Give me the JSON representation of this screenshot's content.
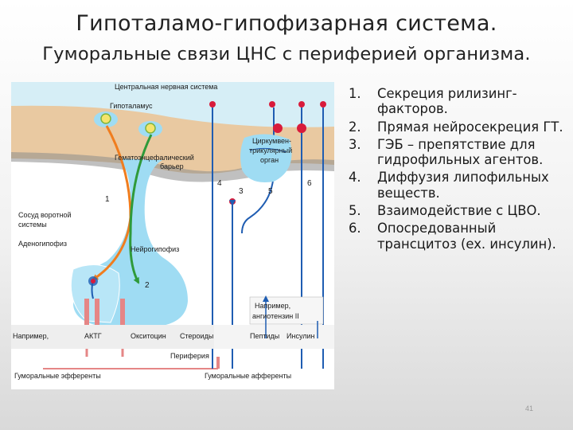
{
  "slide": {
    "title": "Гипоталамо-гипофизарная система.",
    "subtitle": "Гуморальные связи ЦНС с периферией организма.",
    "page_number": "41"
  },
  "points": [
    {
      "num": "1.",
      "text": "Секреция рилизинг-факторов."
    },
    {
      "num": "2.",
      "text": "Прямая нейросекреция ГТ."
    },
    {
      "num": "3.",
      "text": "ГЭБ – препятствие для гидрофильных агентов."
    },
    {
      "num": "4.",
      "text": "Диффузия липофильных веществ."
    },
    {
      "num": "5.",
      "text": "Взаимодействие с ЦВО."
    },
    {
      "num": "6.",
      "text": "Опосредованный трансцитоз (ex. инсулин)."
    }
  ],
  "figure": {
    "cns": "Центральная нервная система",
    "hypothalamus": "Гипоталамус",
    "bbb_1": "Гематоэнцефалический",
    "bbb_2": "барьер",
    "portal_1": "Сосуд воротной",
    "portal_2": "системы",
    "adeno": "Аденогипофиз",
    "neuro": "Нейрогипофиз",
    "cvo_1": "Циркумвен-",
    "cvo_2": "трикулярный",
    "cvo_3": "орган",
    "example_left": "Например,",
    "actg": "АКТГ",
    "oxytocin": "Окситоцин",
    "steroids": "Стероиды",
    "peptides": "Пептиды",
    "insulin": "Инсулин",
    "example_angio_1": "Например,",
    "example_angio_2": "ангиотензин II",
    "periphery": "Периферия",
    "efferent": "Гуморальные эфференты",
    "afferent": "Гуморальные афференты",
    "n1": "1",
    "n2": "2",
    "n3": "3",
    "n4": "4",
    "n5": "5",
    "n6": "6"
  },
  "colors": {
    "brain": "#e9c9a1",
    "cns_fill": "#d6eef6",
    "cyan_shape": "#9fdcf3",
    "arrow_blue": "#1f5db2",
    "red_dot": "#d81b3b",
    "orange_arrow": "#f07d1e",
    "green_arrow": "#2f9a3a"
  }
}
